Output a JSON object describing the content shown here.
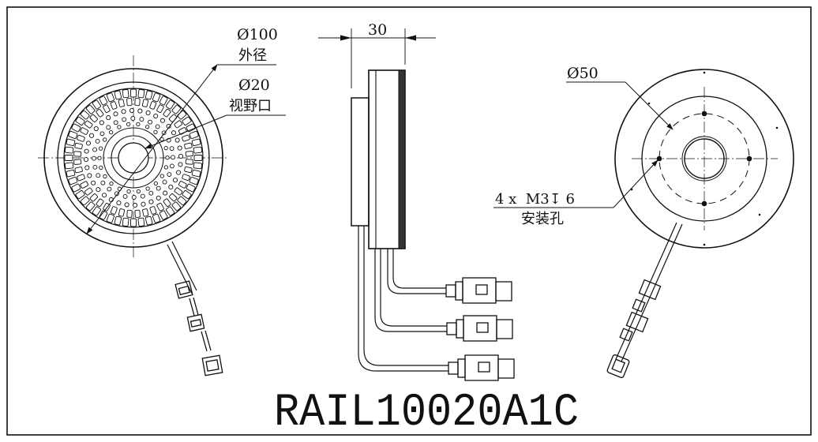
{
  "colors": {
    "line": "#111111",
    "paper": "#ffffff"
  },
  "front_view": {
    "outer_diameter_label": "Ø100",
    "outer_diameter_caption": "外径",
    "viewport_label": "Ø20",
    "viewport_caption": "视野口"
  },
  "side_view": {
    "thickness_label": "30"
  },
  "rear_view": {
    "bolt_circle_label": "Ø50",
    "mount_hole_spec": "4 x  M3↧ 6",
    "mount_hole_caption": "安装孔"
  },
  "model_number": "RAIL10020A1C"
}
